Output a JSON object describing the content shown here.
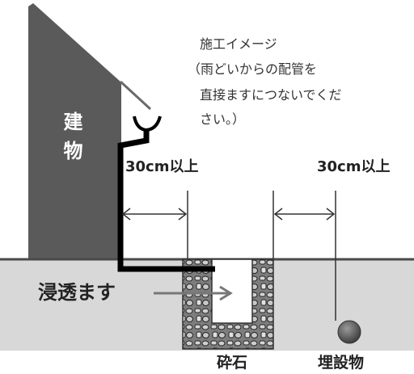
{
  "building": {
    "label": "建物"
  },
  "note": {
    "title": "施工イメージ",
    "lines": [
      "（雨どいからの配管を",
      "直接ますにつないでくだ",
      "さい。）"
    ]
  },
  "dimensions": {
    "left_label": "30cm以上",
    "right_label": "30cm以上"
  },
  "labels": {
    "infiltration_basin": "浸透ます",
    "gravel": "砕石",
    "buried_object": "埋設物"
  },
  "colors": {
    "building": "#5a5a5a",
    "ground": "#d8d8d8",
    "pipe": "#000000",
    "gravel": "#7d7d7d"
  }
}
